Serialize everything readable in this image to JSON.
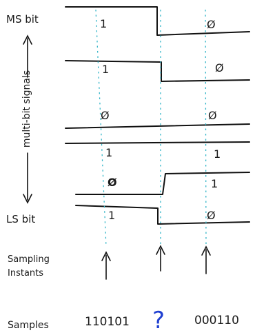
{
  "labels": {
    "ms_bit": "MS bit",
    "ls_bit": "LS bit",
    "multi_bit_signals": "multi-bit signals",
    "sampling": "Sampling",
    "instants": "Instants",
    "samples": "Samples"
  },
  "bit_values": [
    [
      "1",
      "Ø"
    ],
    [
      "1",
      "Ø"
    ],
    [
      "Ø",
      "Ø"
    ],
    [
      "1",
      "1"
    ],
    [
      "Ø",
      "1"
    ],
    [
      "1",
      "Ø"
    ]
  ],
  "samples": {
    "first": "110101",
    "middle": "?",
    "last": "000110"
  },
  "colors": {
    "ink": "#111111",
    "dashed_line": "#33b5c8",
    "question_mark": "#1f3fd1"
  }
}
